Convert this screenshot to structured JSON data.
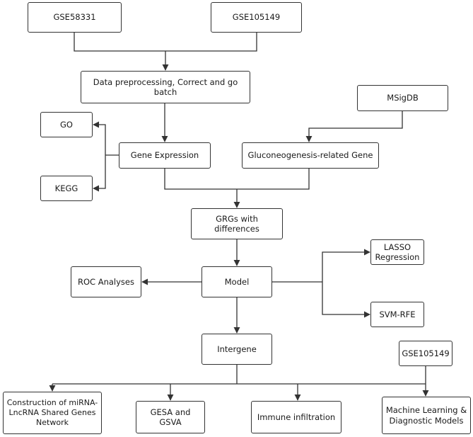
{
  "nodes": {
    "gse58331": "GSE58331",
    "gse105149_top": "GSE105149",
    "preprocessing": "Data preprocessing, Correct and go batch",
    "msigdb": "MSigDB",
    "go": "GO",
    "gene_expression": "Gene Expression",
    "gluconeogenesis": "Gluconeogenesis-related Gene",
    "kegg": "KEGG",
    "grgs": "GRGs with differences",
    "lasso": "LASSO\nRegression",
    "roc": "ROC Analyses",
    "model": "Model",
    "svm": "SVM-RFE",
    "intergene": "Intergene",
    "gse105149_bottom": "GSE105149",
    "mirna_network": "Construction of miRNA-\nLncRNA Shared Genes\nNetwork",
    "gesa_gsva": "GESA and GSVA",
    "immune": "Immune infiltration",
    "ml_models": "Machine Learning &\nDiagnostic Models"
  },
  "colors": {
    "line": "#333333",
    "border": "#333333",
    "text": "#1a1a1a"
  }
}
